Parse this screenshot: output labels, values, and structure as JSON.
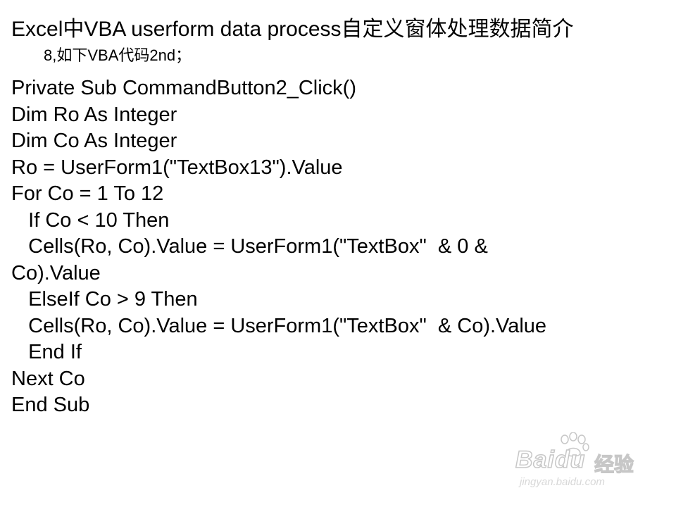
{
  "slide": {
    "title": "Excel中VBA userform data process自定义窗体处理数据简介",
    "subtitle": "8,如下VBA代码2nd；",
    "code_lines": [
      "Private Sub CommandButton2_Click()",
      "Dim Ro As Integer",
      "Dim Co As Integer",
      "Ro = UserForm1(\"TextBox13\").Value",
      "For Co = 1 To 12",
      "   If Co < 10 Then",
      "   Cells(Ro, Co).Value = UserForm1(\"TextBox\"  & 0 &",
      "Co).Value",
      "   ElseIf Co > 9 Then",
      "   Cells(Ro, Co).Value = UserForm1(\"TextBox\"  & Co).Value",
      "   End If",
      "Next Co",
      "End Sub"
    ]
  },
  "watermark": {
    "brand": "Baidu",
    "product": "经验",
    "url": "jingyan.baidu.com",
    "color": "#9a9a9a"
  }
}
